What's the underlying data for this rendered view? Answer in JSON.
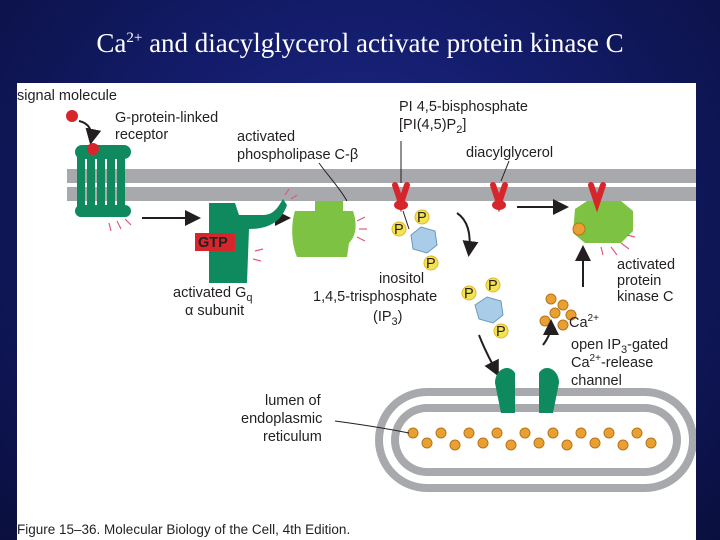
{
  "title": {
    "prefix": "Ca",
    "superscript": "2+",
    "rest": " and diacylglycerol activate protein kinase C"
  },
  "labels": {
    "signal_molecule": "signal molecule",
    "g_protein_receptor_1": "G-protein-linked",
    "g_protein_receptor_2": "receptor",
    "activated_plc_1": "activated",
    "activated_plc_2": "phospholipase C-β",
    "pip2_1": "PI 4,5-bisphosphate",
    "pip2_2": "[PI(4,5)P",
    "pip2_sub": "2",
    "pip2_close": "]",
    "diacylglycerol": "diacylglycerol",
    "gtp": "GTP",
    "activated_gq_1": "activated G",
    "activated_gq_sub": "q",
    "activated_gq_2": "α subunit",
    "inositol_1": "inositol",
    "inositol_2": "1,4,5-trisphosphate",
    "inositol_3": "(IP",
    "inositol_sub": "3",
    "inositol_close": ")",
    "pkc_1": "activated",
    "pkc_2": "protein",
    "pkc_3": "kinase C",
    "ca_ion": "Ca",
    "ca_sup": "2+",
    "channel_1": "open IP",
    "channel_1_sub": "3",
    "channel_1_end": "-gated",
    "channel_2": "Ca",
    "channel_2_sup": "2+",
    "channel_2_end": "-release",
    "channel_3": "channel",
    "er_1": "lumen of",
    "er_2": "endoplasmic",
    "er_3": "reticulum",
    "phosphate": "P"
  },
  "caption": "Figure 15–36. Molecular Biology of the Cell, 4th Edition.",
  "colors": {
    "membrane": "#a7a9ac",
    "protein_green": "#0f8a5f",
    "light_green": "#7dc242",
    "gtp_red": "#d7262b",
    "calcium_orange": "#e8a033",
    "phosphate_yellow": "#f3e254",
    "inositol_blue": "#a9cde8",
    "background": "#141c66"
  }
}
